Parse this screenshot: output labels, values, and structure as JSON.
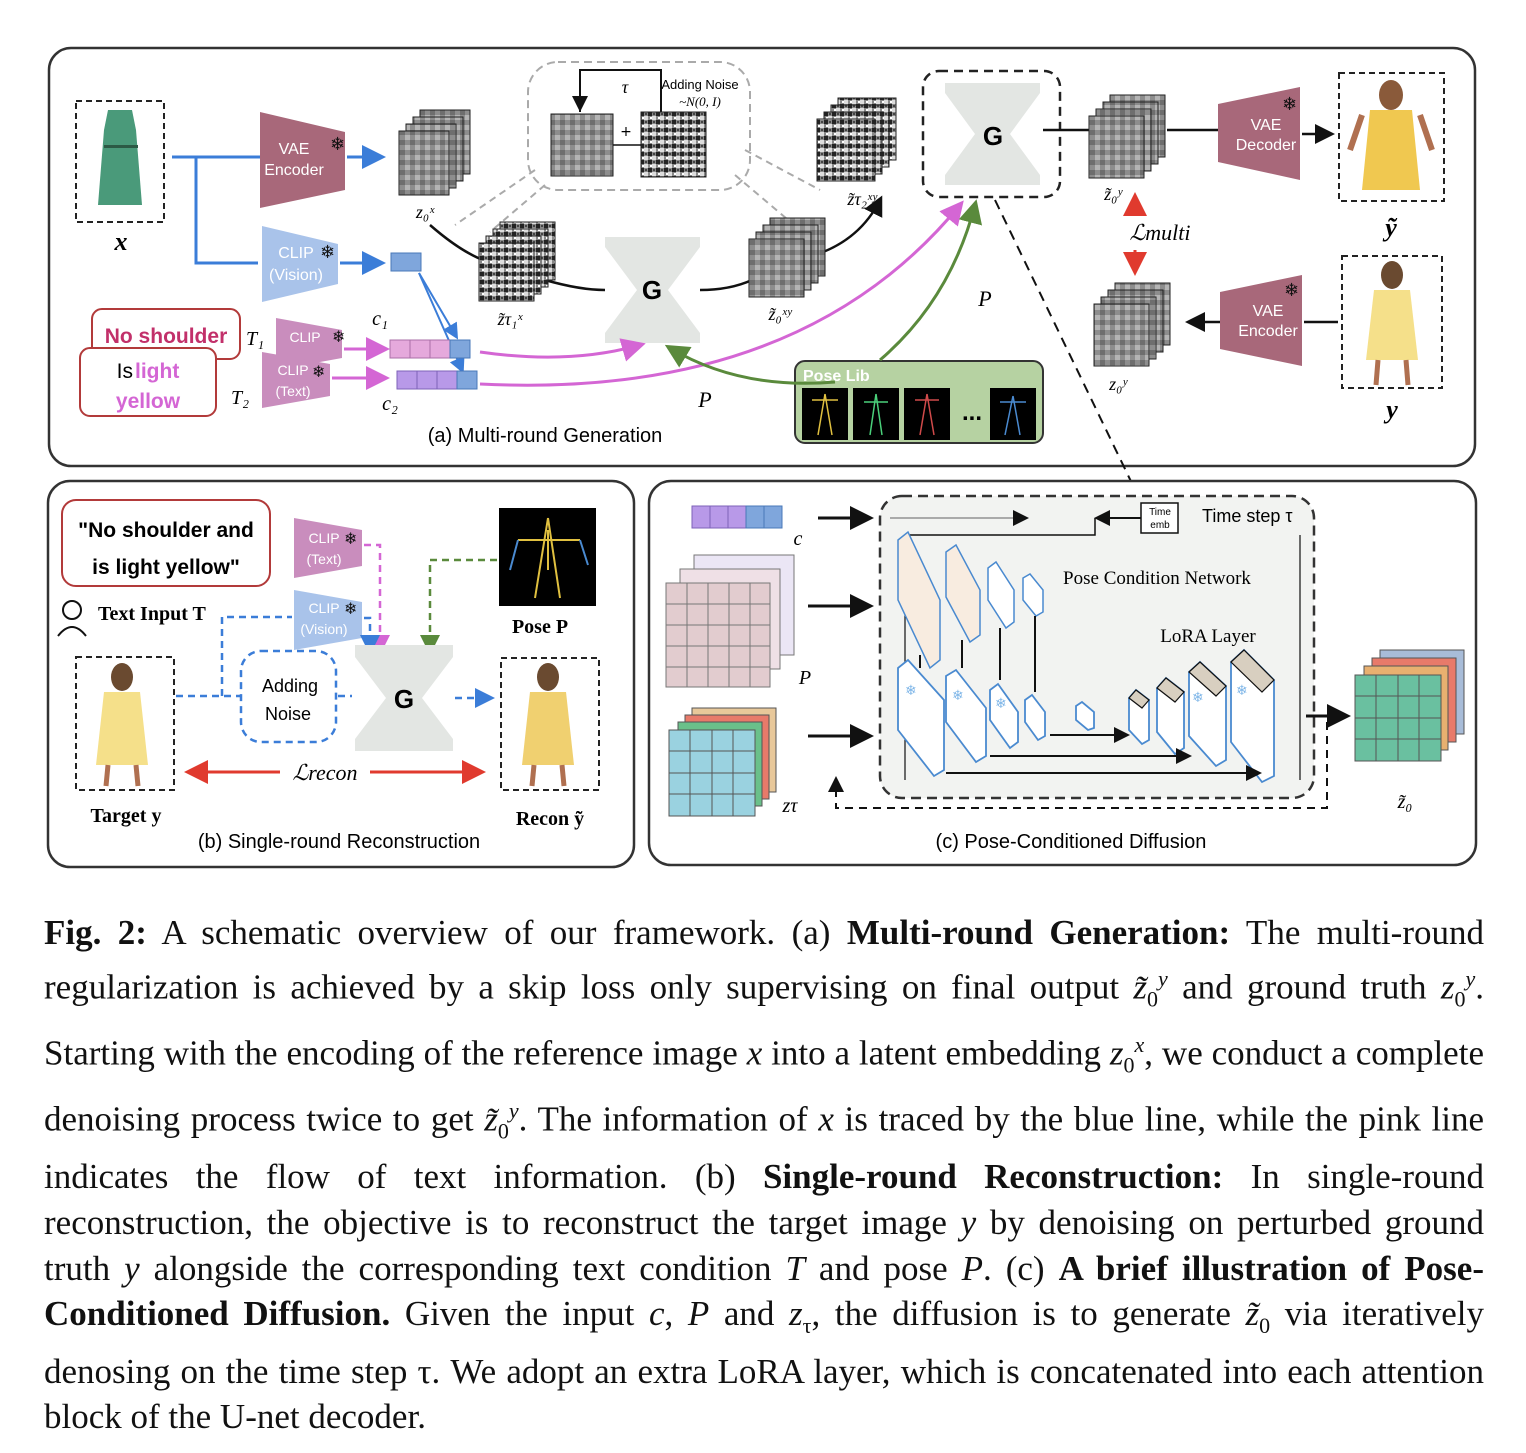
{
  "panels": {
    "a_title": "(a) Multi-round Generation",
    "b_title": "(b) Single-round Reconstruction",
    "c_title": "(c) Pose-Conditioned Diffusion"
  },
  "a": {
    "x_label": "x",
    "vae_encoder": [
      "VAE",
      "Encoder"
    ],
    "vae_decoder": [
      "VAE",
      "Decoder"
    ],
    "clip_vision": [
      "CLIP",
      "(Vision)"
    ],
    "clip_text": [
      "CLIP",
      "(Text)"
    ],
    "text1": "No shoulder",
    "text2_a": "Is ",
    "text2_b": "light",
    "text2_c": "yellow",
    "t1": "T₁",
    "t2": "T₂",
    "c1": "c₁",
    "c2": "c₂",
    "tau": "τ",
    "adding_noise": "Adding Noise",
    "noise_dist": "~N(0, I)",
    "z0x": "z₀ˣ",
    "ztau1x": "z̃τ₁ˣ",
    "z0xy": "z̃₀ˣʸ",
    "ztau2xy": "z̃τ₂ˣʸ",
    "z0y_tilde": "z̃₀ʸ",
    "z0y": "z₀ʸ",
    "g": "G",
    "p": "P",
    "pose_lib": "Pose Lib",
    "ellipsis": "...",
    "loss_multi": "ℒmulti",
    "y_tilde": "ỹ",
    "y": "y"
  },
  "b": {
    "text_quote_1": "\"No shoulder and",
    "text_quote_2": "is light yellow\"",
    "text_input": "Text Input T",
    "pose": "Pose P",
    "adding_noise": [
      "Adding",
      "Noise"
    ],
    "g": "G",
    "loss_recon": "ℒrecon",
    "target": "Target y",
    "recon": "Recon ỹ"
  },
  "c": {
    "c_label": "c",
    "p_label": "P",
    "ztau_label": "zτ",
    "time_emb": [
      "Time",
      "emb"
    ],
    "time_step": "Time step τ",
    "pose_net": "Pose Condition Network",
    "lora": "LoRA Layer",
    "z0": "z̃₀"
  },
  "caption_html": "<b>Fig. 2:</b> A schematic overview of our framework. (a) <b>Multi-round Generation:</b> The multi-round regularization is achieved by a skip loss only supervising on final output <i>z̃</i><sub>0</sub><sup><i>y</i></sup> and ground truth <i>z</i><sub>0</sub><sup><i>y</i></sup>. Starting with the encoding of the reference image <i>x</i> into a latent embedding <i>z</i><sub>0</sub><sup><i>x</i></sup>, we conduct a complete denoising process twice to get <i>z̃</i><sub>0</sub><sup><i>y</i></sup>. The information of <i>x</i> is traced by the blue line, while the pink line indicates the flow of text information. (b) <b>Single-round Reconstruction:</b> In single-round reconstruction, the objective is to reconstruct the target image <i>y</i> by denoising on perturbed ground truth <i>y</i> alongside the corresponding text condition <i>T</i> and pose <i>P</i>. (c) <b>A brief illustration of Pose-Conditioned Diffusion.</b> Given the input <i>c</i>, <i>P</i> and <i>z</i><sub>τ</sub>, the diffusion is to generate <i>z̃</i><sub>0</sub> via iteratively denosing on the time step τ. We adopt an extra LoRA layer, which is concatenated into each attention block of the U-net decoder."
}
